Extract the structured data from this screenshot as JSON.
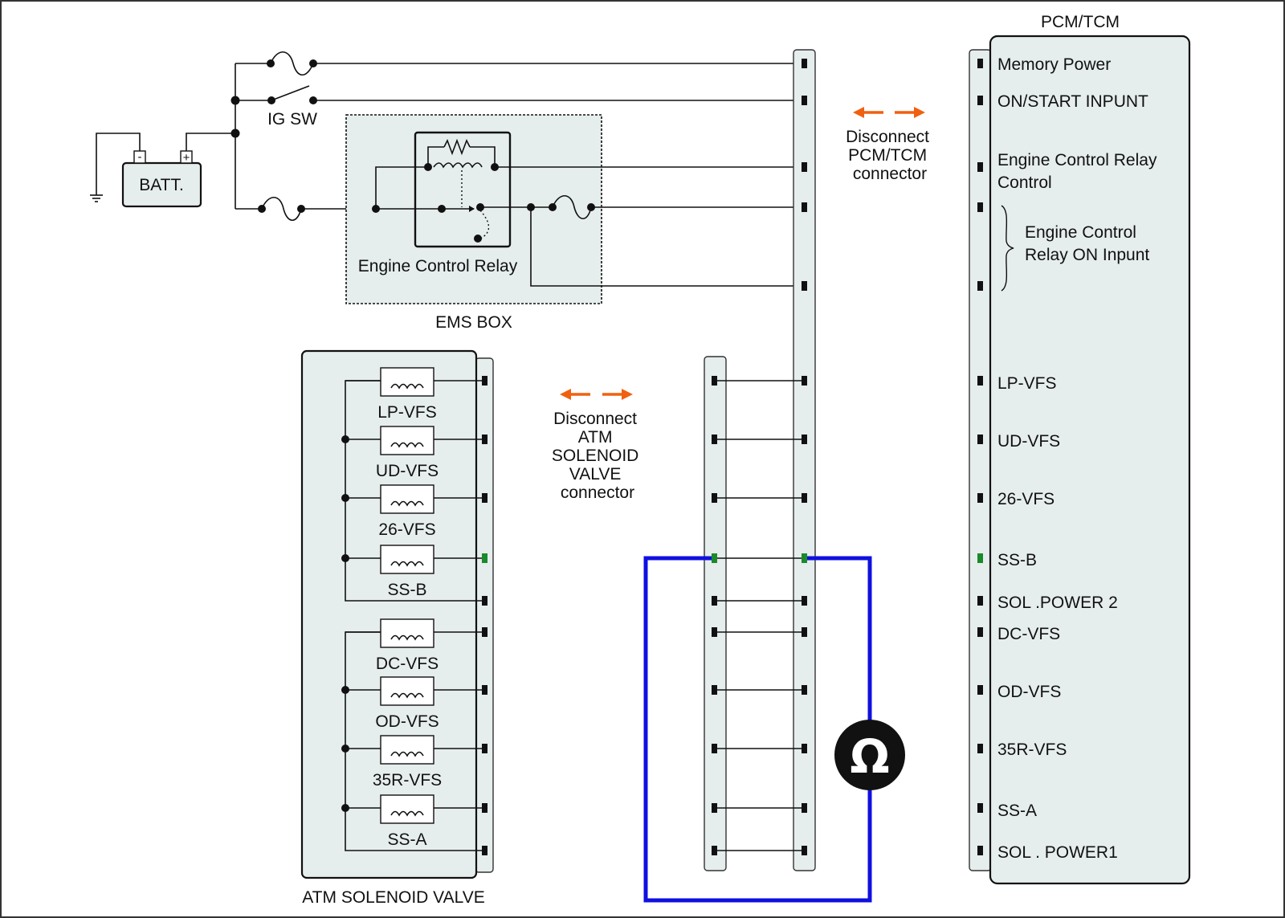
{
  "labels": {
    "pcm_tcm": "PCM/TCM",
    "ig_sw": "IG SW",
    "batt": "BATT.",
    "minus": "-",
    "plus": "+",
    "engine_control_relay": "Engine Control Relay",
    "ems_box": "EMS BOX",
    "atm_solenoid_valve": "ATM SOLENOID VALVE",
    "disconnect_pcm": [
      "Disconnect",
      "PCM/TCM",
      "connector"
    ],
    "disconnect_atm": [
      "Disconnect",
      "ATM",
      "SOLENOID",
      "VALVE",
      "connector"
    ],
    "ohm_symbol": "Ω"
  },
  "pcm_pins": [
    [
      "Memory Power"
    ],
    [
      "ON/START  INPUNT"
    ],
    [
      "Engine Control Relay",
      "Control"
    ],
    [
      "Engine Control",
      "Relay ON Inpunt"
    ],
    [
      "LP-VFS"
    ],
    [
      "UD-VFS"
    ],
    [
      "26-VFS"
    ],
    [
      "SS-B"
    ],
    [
      "SOL .POWER 2"
    ],
    [
      "DC-VFS"
    ],
    [
      "OD-VFS"
    ],
    [
      "35R-VFS"
    ],
    [
      "SS-A"
    ],
    [
      "SOL . POWER1"
    ]
  ],
  "solenoids": [
    "LP-VFS",
    "UD-VFS",
    "26-VFS",
    "SS-B",
    "DC-VFS",
    "OD-VFS",
    "35R-VFS",
    "SS-A"
  ],
  "colors": {
    "highlight": "#1a8a2a",
    "meter_lead": "#1010e0",
    "arrow": "#f06010",
    "box_fill": "#e6eded"
  }
}
